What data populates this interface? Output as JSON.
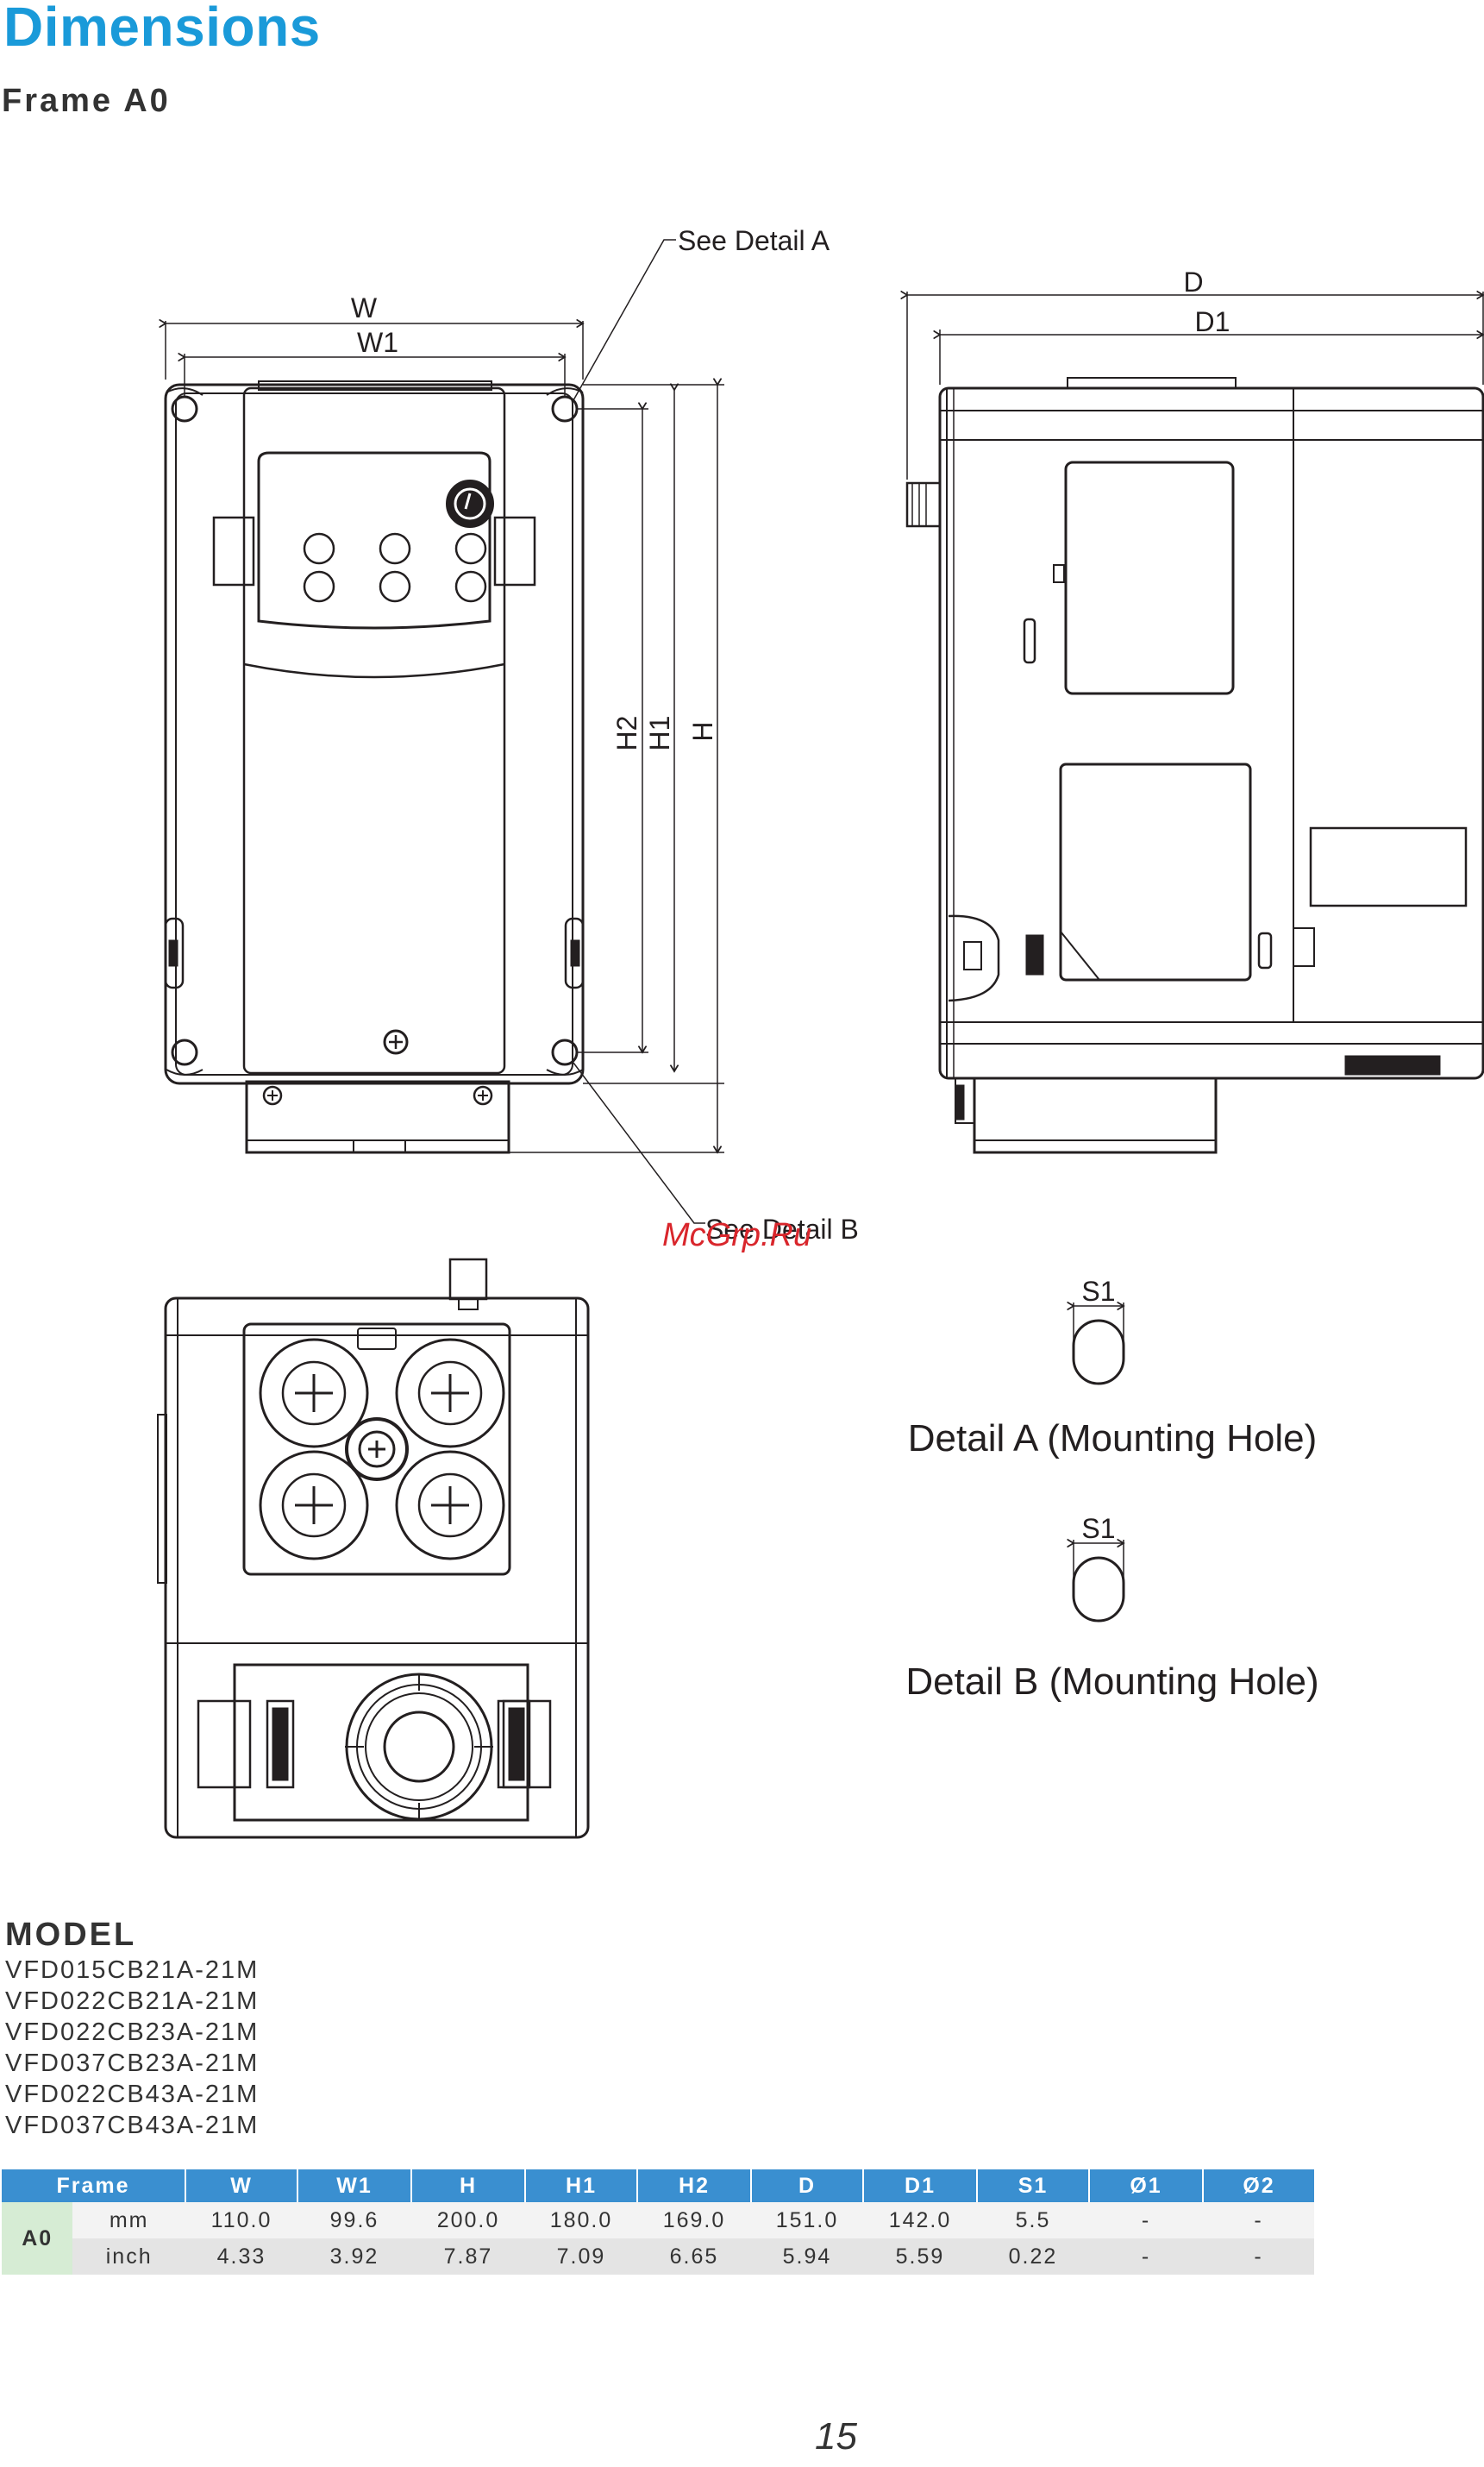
{
  "title": "Dimensions",
  "subtitle": "Frame A0",
  "drawing": {
    "front": {
      "w": "W",
      "w1": "W1",
      "h": "H",
      "h1": "H1",
      "h2": "H2"
    },
    "side": {
      "d": "D",
      "d1": "D1"
    },
    "callout_a": "See Detail A",
    "callout_b": "See Detail B",
    "watermark": "McGrp.Ru",
    "detail_a": {
      "dim": "S1",
      "caption": "Detail A (Mounting Hole)"
    },
    "detail_b": {
      "dim": "S1",
      "caption": "Detail B (Mounting Hole)"
    }
  },
  "model": {
    "heading": "MODEL",
    "items": [
      "VFD015CB21A-21M",
      "VFD022CB21A-21M",
      "VFD022CB23A-21M",
      "VFD037CB23A-21M",
      "VFD022CB43A-21M",
      "VFD037CB43A-21M"
    ]
  },
  "table": {
    "headers": [
      "Frame",
      "W",
      "W1",
      "H",
      "H1",
      "H2",
      "D",
      "D1",
      "S1",
      "Ø1",
      "Ø2"
    ],
    "frame": "A0",
    "rows": [
      {
        "unit": "mm",
        "values": [
          "110.0",
          "99.6",
          "200.0",
          "180.0",
          "169.0",
          "151.0",
          "142.0",
          "5.5",
          "-",
          "-"
        ]
      },
      {
        "unit": "inch",
        "values": [
          "4.33",
          "3.92",
          "7.87",
          "7.09",
          "6.65",
          "5.94",
          "5.59",
          "0.22",
          "-",
          "-"
        ]
      }
    ]
  },
  "page_number": "15"
}
